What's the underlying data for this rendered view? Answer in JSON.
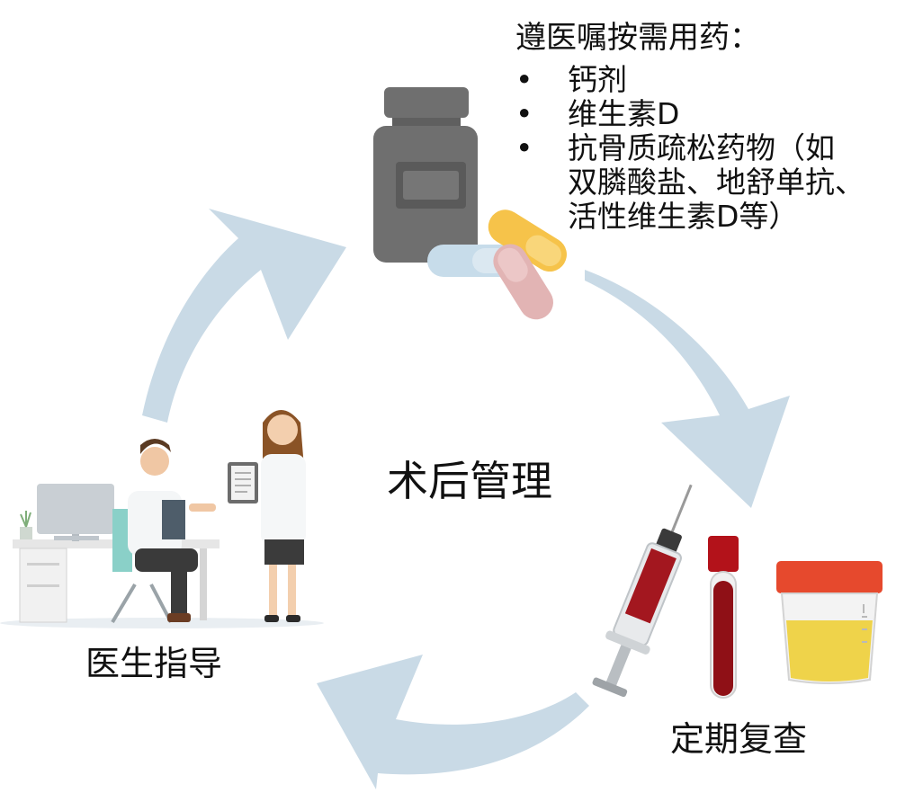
{
  "center_label": "术后管理",
  "medication": {
    "title": "遵医嘱按需用药：",
    "items": [
      {
        "bullet": "•",
        "lines": [
          "钙剂"
        ]
      },
      {
        "bullet": "•",
        "lines": [
          "维生素D"
        ]
      },
      {
        "bullet": "•",
        "lines": [
          "抗骨质疏松药物（如",
          "双膦酸盐、地舒单抗、",
          "活性维生素D等）"
        ]
      }
    ]
  },
  "doctor_guidance": {
    "label": "医生指导"
  },
  "regular_checkup": {
    "label": "定期复查"
  },
  "colors": {
    "arrow": "#c9dae6",
    "bottle": "#6f6f6f",
    "capsule_yellow": "#f6c34a",
    "capsule_pink": "#e2b4b4",
    "capsule_blue": "#c7dcea",
    "blood": "#b3121a",
    "urine": "#efd34a",
    "cap_orange": "#e6492d"
  },
  "icons": [
    "cycle-arrow-icon",
    "pill-bottle-icon",
    "capsule-icon",
    "doctor-icon",
    "desk-computer-icon",
    "syringe-icon",
    "blood-tube-icon",
    "urine-cup-icon"
  ]
}
